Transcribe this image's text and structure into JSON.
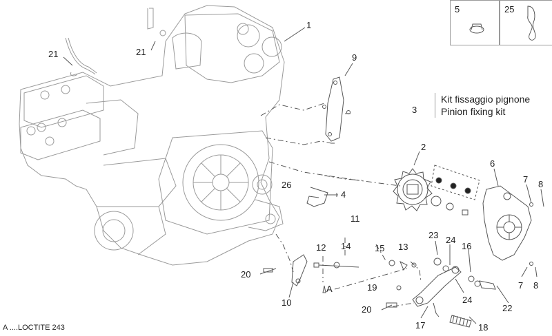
{
  "kit_label": {
    "line1": "Kit fissaggio pignone",
    "line2": "Pinion fixing kit"
  },
  "footnote": "A ....LOCTITE 243",
  "insets": [
    {
      "number": "5"
    },
    {
      "number": "25"
    }
  ],
  "callouts": [
    {
      "id": "c1",
      "text": "1"
    },
    {
      "id": "c2",
      "text": "2"
    },
    {
      "id": "c3",
      "text": "3"
    },
    {
      "id": "c4",
      "text": "4"
    },
    {
      "id": "c6",
      "text": "6"
    },
    {
      "id": "c7a",
      "text": "7"
    },
    {
      "id": "c7b",
      "text": "7"
    },
    {
      "id": "c8a",
      "text": "8"
    },
    {
      "id": "c8b",
      "text": "8"
    },
    {
      "id": "c9",
      "text": "9"
    },
    {
      "id": "c10",
      "text": "10"
    },
    {
      "id": "c11",
      "text": "11"
    },
    {
      "id": "c12",
      "text": "12"
    },
    {
      "id": "c13",
      "text": "13"
    },
    {
      "id": "c14",
      "text": "14"
    },
    {
      "id": "c15",
      "text": "15"
    },
    {
      "id": "c16",
      "text": "16"
    },
    {
      "id": "c17",
      "text": "17"
    },
    {
      "id": "c18",
      "text": "18"
    },
    {
      "id": "c19",
      "text": "19"
    },
    {
      "id": "c20a",
      "text": "20"
    },
    {
      "id": "c20b",
      "text": "20"
    },
    {
      "id": "c21a",
      "text": "21"
    },
    {
      "id": "c21b",
      "text": "21"
    },
    {
      "id": "c22",
      "text": "22"
    },
    {
      "id": "c23",
      "text": "23"
    },
    {
      "id": "c24a",
      "text": "24"
    },
    {
      "id": "c24b",
      "text": "24"
    },
    {
      "id": "c26",
      "text": "26"
    },
    {
      "id": "cA1",
      "text": "A"
    }
  ],
  "colors": {
    "line": "#555555",
    "light": "#9a9a9a",
    "dark": "#222222"
  }
}
